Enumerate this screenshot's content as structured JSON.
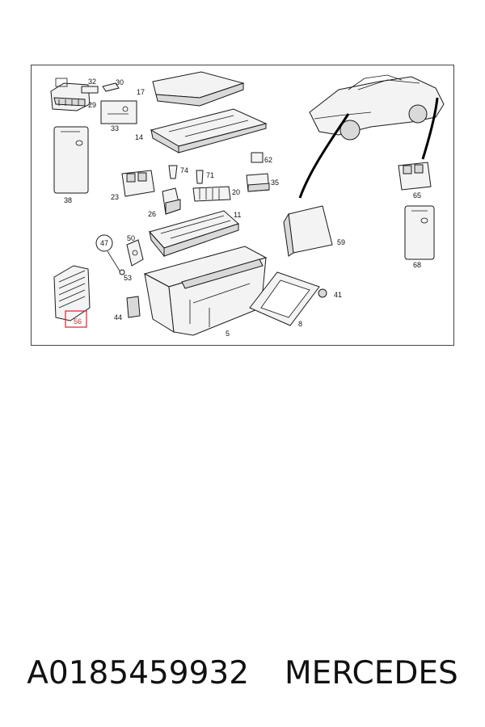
{
  "diagram": {
    "callouts": {
      "c32": "32",
      "c30": "30",
      "c29": "29",
      "c33": "33",
      "c17": "17",
      "c14": "14",
      "c38": "38",
      "c74": "74",
      "c71": "71",
      "c62": "62",
      "c35": "35",
      "c23": "23",
      "c20": "20",
      "c26": "26",
      "c11": "11",
      "c65": "65",
      "c47": "47",
      "c50": "50",
      "c53": "53",
      "c59": "59",
      "c68": "68",
      "c41": "41",
      "c44": "44",
      "c8": "8",
      "c5": "5",
      "c56": "56"
    },
    "highlight_color": "#e0202a"
  },
  "footer": {
    "part_number": "A0185459932",
    "brand": "MERCEDES"
  }
}
